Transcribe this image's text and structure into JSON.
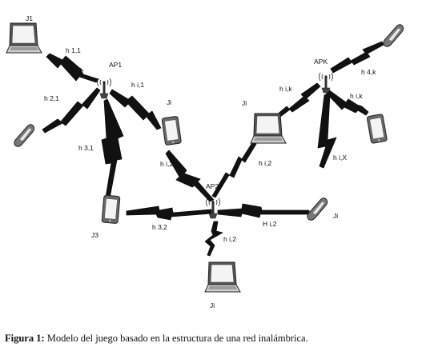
{
  "caption": {
    "label": "Figura 1:",
    "text": "Modelo del juego basado en la estructura de una red inalámbrica."
  },
  "access_points": [
    {
      "id": "ap1",
      "label": "AP1"
    },
    {
      "id": "ap2",
      "label": "AP2"
    },
    {
      "id": "apk",
      "label": "APK"
    }
  ],
  "devices": [
    {
      "id": "j1-laptop",
      "label": "J1"
    },
    {
      "id": "phone-left",
      "label": ""
    },
    {
      "id": "ji-tablet-1",
      "label": "Ji"
    },
    {
      "id": "j3-tablet",
      "label": "J3"
    },
    {
      "id": "ji-laptop-mid",
      "label": "Ji"
    },
    {
      "id": "ji-laptop-bottom",
      "label": "Ji"
    },
    {
      "id": "phone-top-right",
      "label": ""
    },
    {
      "id": "tablet-right",
      "label": ""
    },
    {
      "id": "ji-phone-right",
      "label": "Ji"
    }
  ],
  "links": [
    {
      "id": "h11",
      "label": "h 1,1"
    },
    {
      "id": "h21",
      "label": "h 2,1"
    },
    {
      "id": "h31",
      "label": "h 3,1"
    },
    {
      "id": "hi1",
      "label": "h i,1"
    },
    {
      "id": "hi2-a",
      "label": "h i,2"
    },
    {
      "id": "hi2-b",
      "label": "h i,2"
    },
    {
      "id": "h32",
      "label": "h 3,2"
    },
    {
      "id": "hi2-c",
      "label": "H i,2"
    },
    {
      "id": "hi2-d",
      "label": "h i,2"
    },
    {
      "id": "hik-a",
      "label": "h i,k"
    },
    {
      "id": "hik-b",
      "label": "h i,k"
    },
    {
      "id": "h4k",
      "label": "h 4,k"
    },
    {
      "id": "hix",
      "label": "h i,X"
    }
  ]
}
